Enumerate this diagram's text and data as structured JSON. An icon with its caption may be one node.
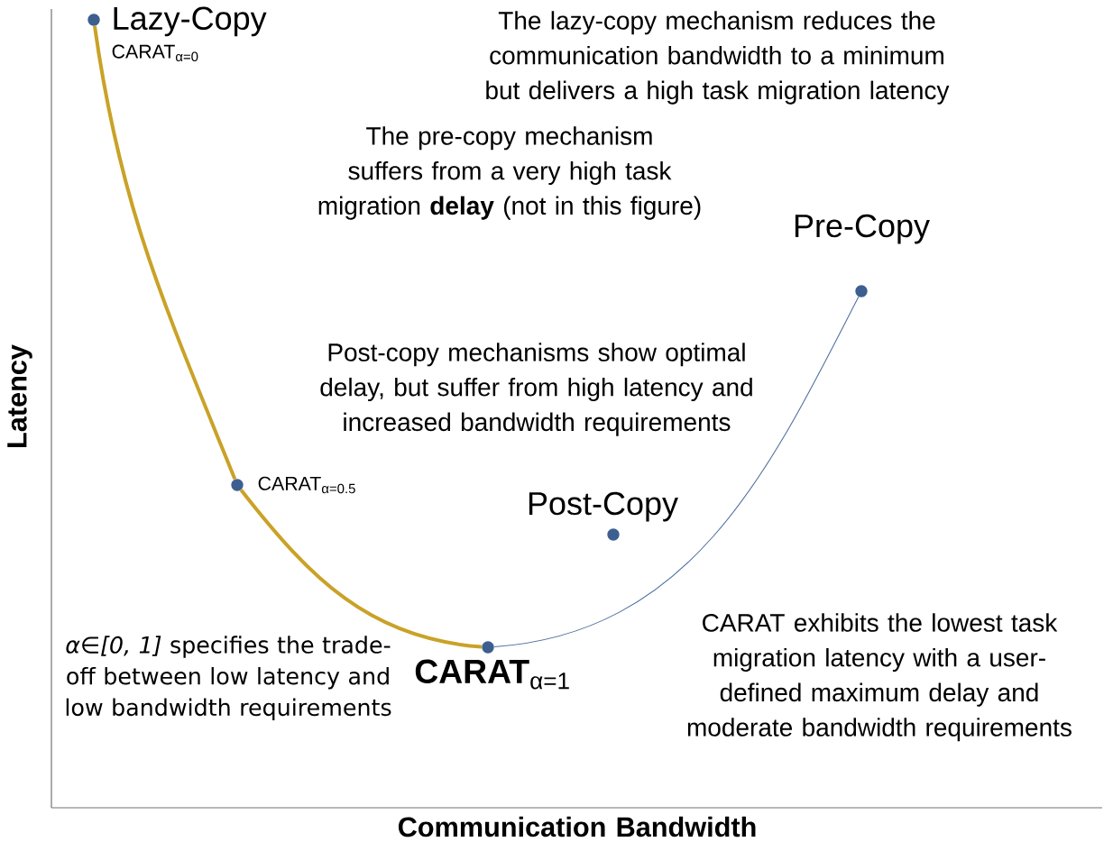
{
  "diagram": {
    "nodes": [
      {
        "text": [],
        "shape": "circle",
        "beside": [
          "Lazy-Copy",
          "CARAT$_{α=0}$"
        ]
      },
      {
        "text": [],
        "shape": "circle",
        "beside": [
          "Pre-Copy"
        ]
      },
      {
        "text": [],
        "shape": "circle",
        "beside": [
          "CARAT$_{α=0.5}$"
        ]
      },
      {
        "text": [],
        "shape": "circle",
        "beside": [
          "Post-Copy"
        ]
      },
      {
        "text": [],
        "shape": "circle",
        "beside": [
          "**CARAT**$_{α=1}$"
        ]
      }
    ],
    "edges": [
      {
        "from": 0,
        "to": 2,
        "arrow": "none"
      },
      {
        "from": 2,
        "to": 4,
        "arrow": "none"
      },
      {
        "from": 4,
        "to": 1,
        "arrow": "none",
        "color": "#4f6f9f"
      }
    ],
    "labels": [
      "The lazy-copy mechanism reduces the communication bandwidth to a minimum but delivers a high task migration latency",
      "The pre-copy mechanism suffers from a very high task migration **delay** (not in this figure)",
      "Post-copy mechanisms show optimal delay, but suffer from high latency and increased bandwidth requirements",
      "Latency",
      "*α∈[0, 1]* specifies the trade-off between low latency and low bandwidth requirements",
      "CARAT exhibits the lowest task migration latency with a user-defined maximum delay and moderate bandwidth requirements",
      "Communication Bandwidth"
    ]
  }
}
